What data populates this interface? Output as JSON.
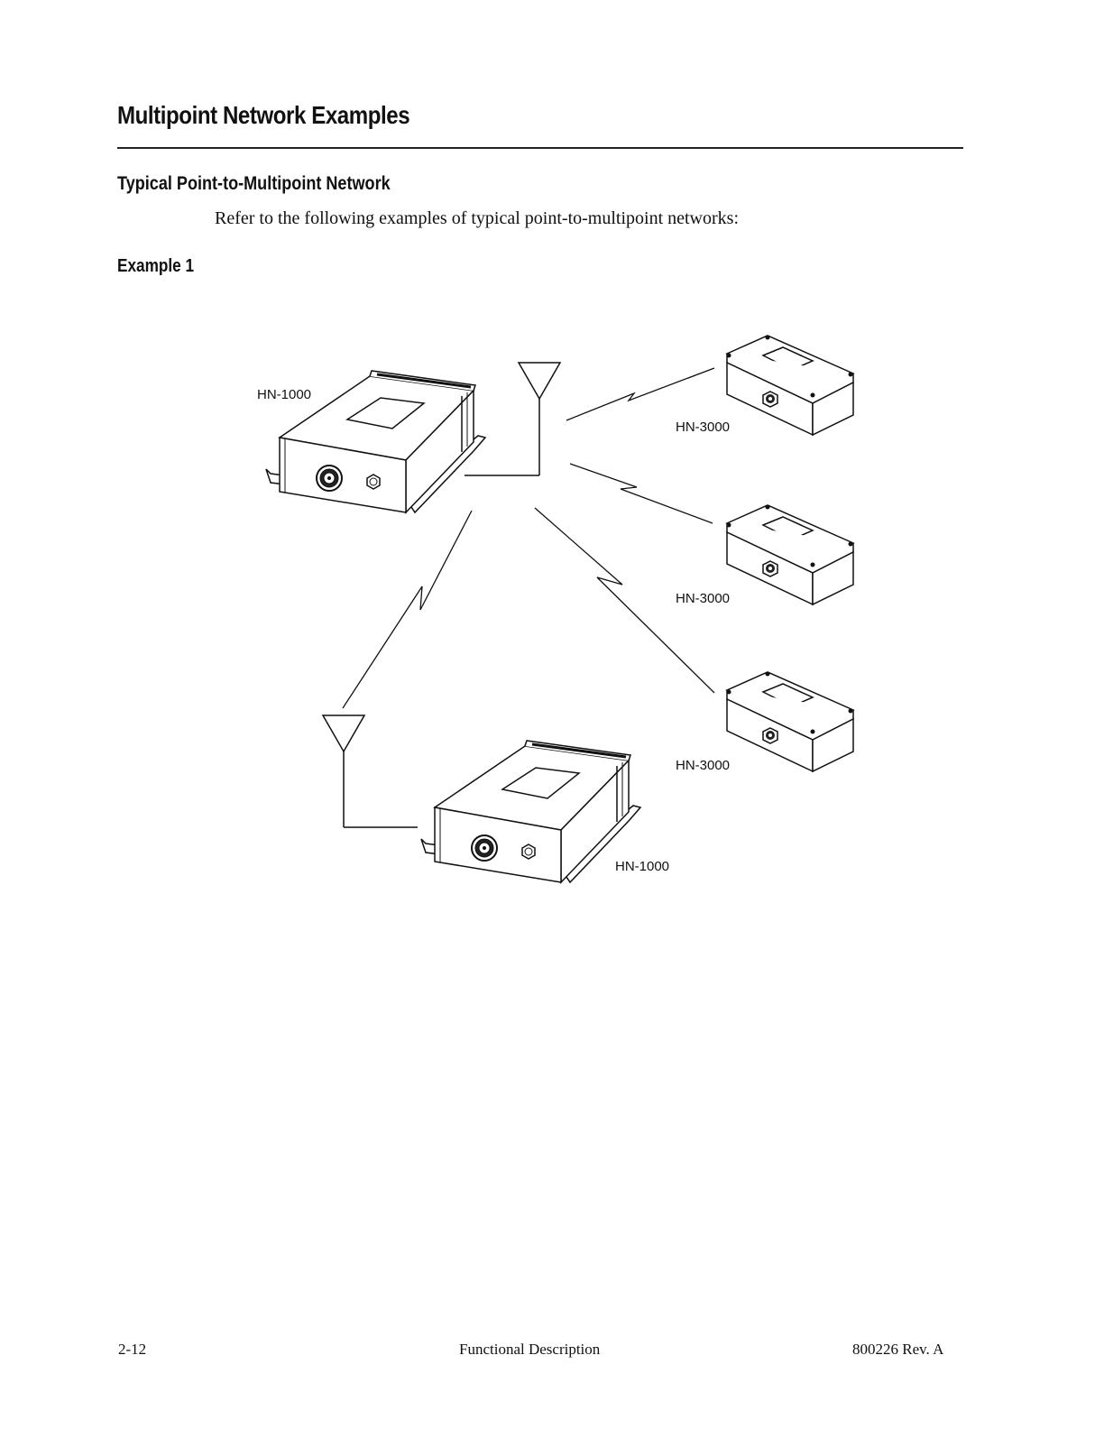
{
  "heading": "Multipoint Network Examples",
  "subheading": "Typical Point-to-Multipoint Network",
  "intro": "Refer to the following examples of typical point-to-multipoint networks:",
  "example_heading": "Example 1",
  "diagram": {
    "labels": {
      "master_unit": "HN-1000",
      "remote_1": "HN-3000",
      "remote_2": "HN-3000",
      "remote_3": "HN-3000",
      "repeater_unit": "HN-1000"
    }
  },
  "footer": {
    "page_number": "2-12",
    "section": "Functional Description",
    "doc_rev": "800226 Rev. A"
  }
}
